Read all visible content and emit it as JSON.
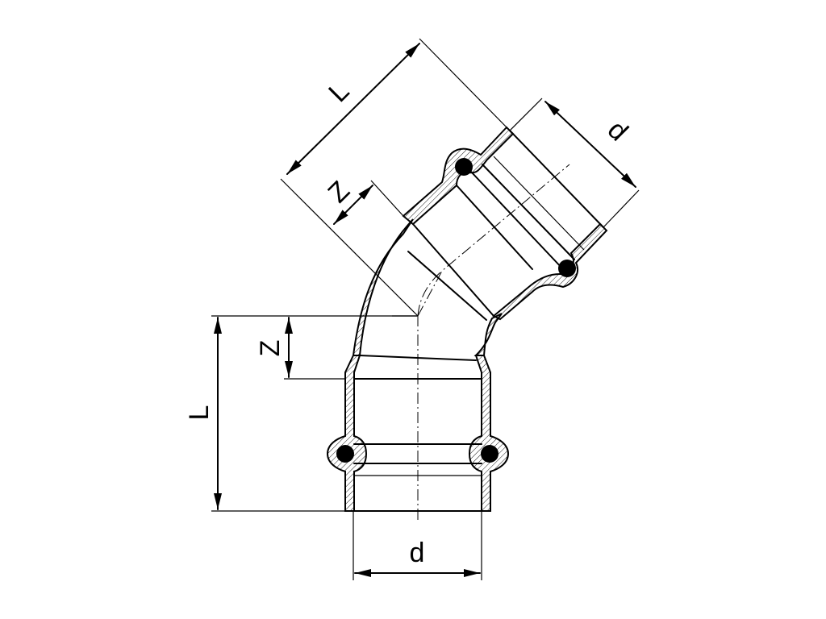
{
  "dimensions": {
    "length_label": "L",
    "offset_label": "Z",
    "diameter_label": "d"
  },
  "colors": {
    "line": "#000000",
    "background": "#ffffff"
  }
}
